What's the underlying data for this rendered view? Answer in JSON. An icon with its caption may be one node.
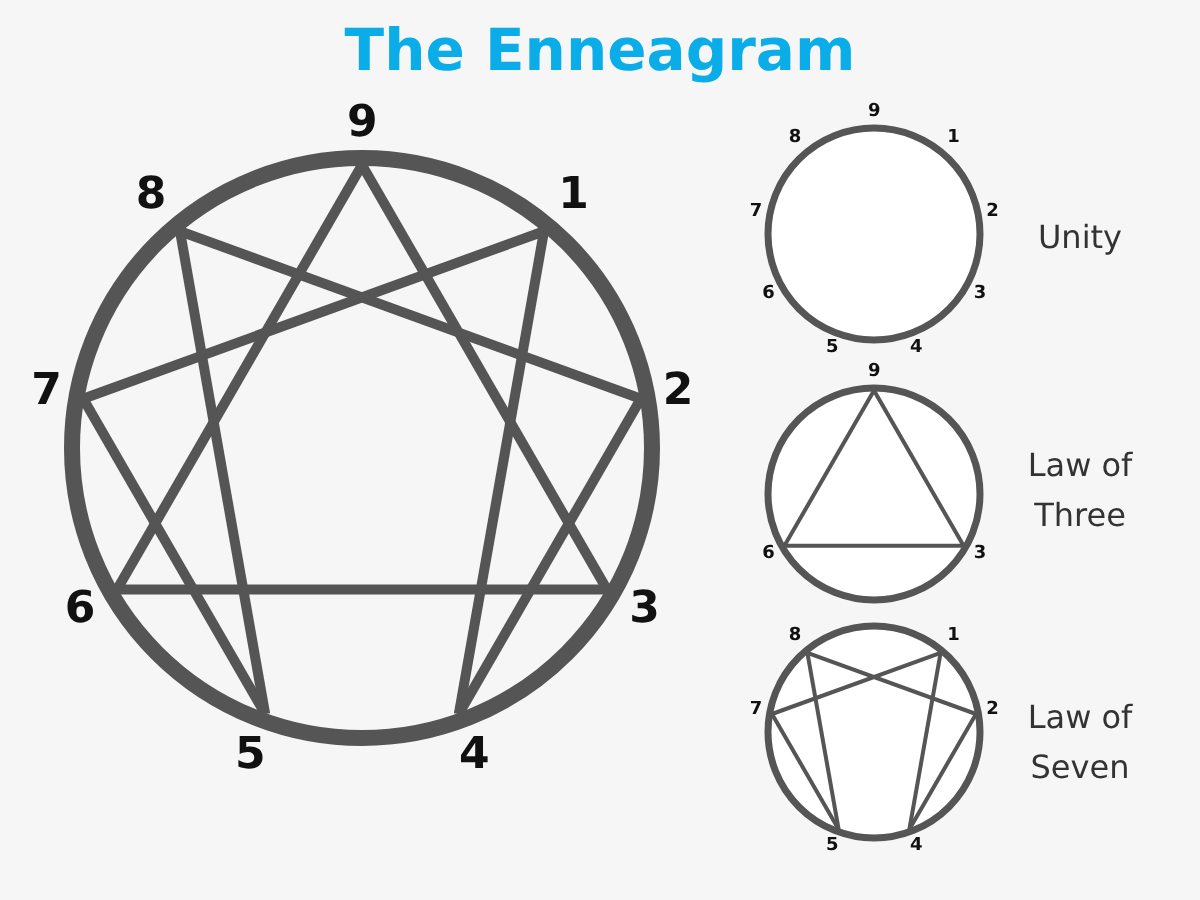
{
  "diagram": {
    "title": "The Enneagram",
    "nodes": [
      {
        "text": [
          "9"
        ]
      },
      {
        "text": [
          "1"
        ]
      },
      {
        "text": [
          "2"
        ]
      },
      {
        "text": [
          "3"
        ]
      },
      {
        "text": [
          "4"
        ]
      },
      {
        "text": [
          "5"
        ]
      },
      {
        "text": [
          "6"
        ]
      },
      {
        "text": [
          "7"
        ]
      },
      {
        "text": [
          "8"
        ]
      },
      {
        "text": [
          "9"
        ]
      },
      {
        "text": [
          "3"
        ]
      },
      {
        "text": [
          "6"
        ]
      },
      {
        "text": [
          "1"
        ]
      },
      {
        "text": [
          "2"
        ]
      },
      {
        "text": [
          "4"
        ]
      },
      {
        "text": [
          "5"
        ]
      },
      {
        "text": [
          "7"
        ]
      },
      {
        "text": [
          "8"
        ]
      }
    ],
    "edges": [
      {
        "from": 0,
        "to": 3,
        "arrow": "none",
        "style": "thick"
      },
      {
        "from": 3,
        "to": 6,
        "arrow": "none",
        "style": "thick"
      },
      {
        "from": 6,
        "to": 0,
        "arrow": "none",
        "style": "thick"
      },
      {
        "from": 1,
        "to": 4,
        "arrow": "none",
        "style": "thick"
      },
      {
        "from": 4,
        "to": 2,
        "arrow": "none",
        "style": "thick"
      },
      {
        "from": 2,
        "to": 8,
        "arrow": "none",
        "style": "thick"
      },
      {
        "from": 8,
        "to": 5,
        "arrow": "none",
        "style": "thick"
      },
      {
        "from": 5,
        "to": 7,
        "arrow": "none",
        "style": "thick"
      },
      {
        "from": 7,
        "to": 1,
        "arrow": "none",
        "style": "thick"
      },
      {
        "from": 9,
        "to": 10,
        "arrow": "none"
      },
      {
        "from": 10,
        "to": 11,
        "arrow": "none"
      },
      {
        "from": 11,
        "to": 9,
        "arrow": "none"
      },
      {
        "from": 12,
        "to": 14,
        "arrow": "none"
      },
      {
        "from": 14,
        "to": 13,
        "arrow": "none"
      },
      {
        "from": 13,
        "to": 17,
        "arrow": "none"
      },
      {
        "from": 17,
        "to": 15,
        "arrow": "none"
      },
      {
        "from": 15,
        "to": 16,
        "arrow": "none"
      },
      {
        "from": 16,
        "to": 12,
        "arrow": "none"
      }
    ],
    "labels": [
      "9",
      "1",
      "2",
      "3",
      "4",
      "5",
      "6",
      "7",
      "8",
      "Unity",
      "Law of Three",
      "Law of Seven"
    ]
  }
}
